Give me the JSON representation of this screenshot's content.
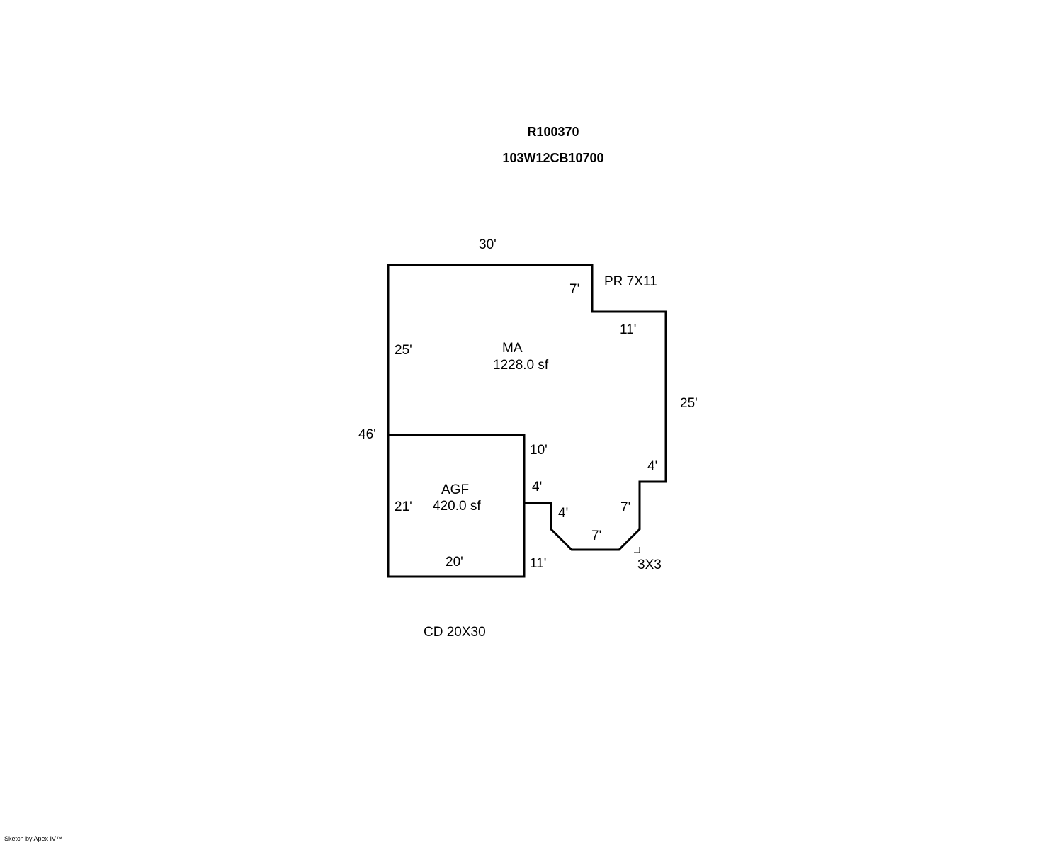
{
  "header": {
    "parcel_id": "R100370",
    "map_id": "103W12CB10700"
  },
  "areas": {
    "main": {
      "code": "MA",
      "size": "1228.0 sf"
    },
    "garage": {
      "code": "AGF",
      "size": "420.0 sf"
    }
  },
  "dimensions": {
    "top": "30'",
    "porch_drop": "7'",
    "porch_top": "11'",
    "right": "25'",
    "left_upper": "25'",
    "left_total": "46'",
    "garage_right_upper": "10'",
    "step_out": "4'",
    "step_down": "4'",
    "right_lower": "4'",
    "bay_side": "7'",
    "bay_bottom": "7'",
    "garage_left": "21'",
    "garage_bottom": "20'",
    "garage_right_lower": "11'"
  },
  "notes": {
    "porch": "PR 7X11",
    "bay": "3X3",
    "detached": "CD 20X30"
  },
  "footer": {
    "credit": "Sketch by Apex IV™"
  }
}
